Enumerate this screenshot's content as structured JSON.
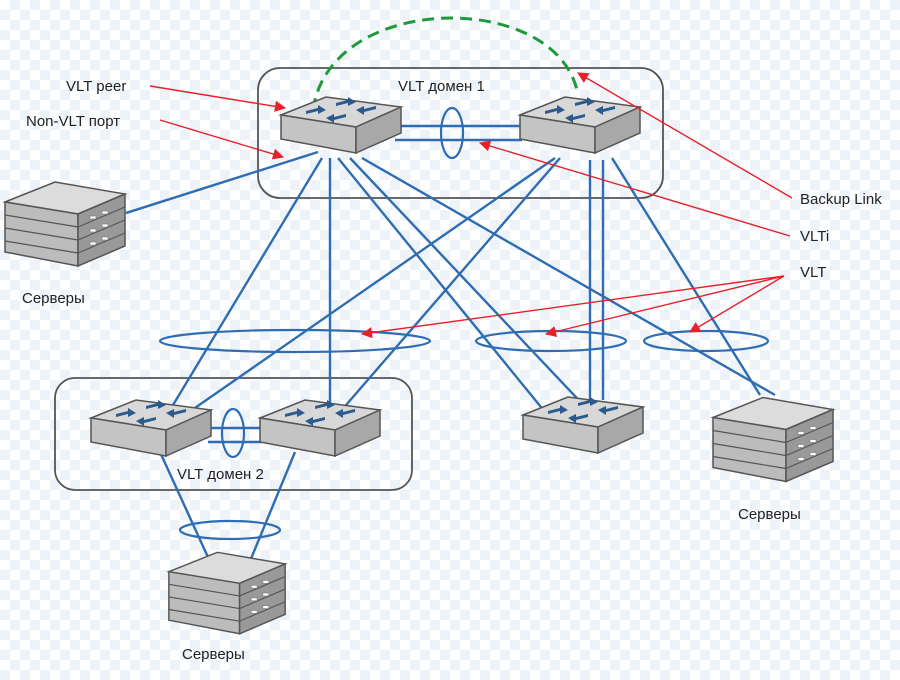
{
  "labels": {
    "vlt_peer": "VLT peer",
    "non_vlt_port": "Non-VLT порт",
    "vlt_domain_1": "VLT домен 1",
    "vlt_domain_2": "VLT домен 2",
    "backup_link": "Backup Link",
    "vlti": "VLTi",
    "vlt": "VLT",
    "servers_left": "Серверы",
    "servers_right": "Серверы",
    "servers_bottom": "Серверы"
  },
  "icons": {
    "switch": "network-switch-icon",
    "server": "server-stack-icon"
  },
  "colors": {
    "link": "#2e6db4",
    "annotation_arrow": "#e8202a",
    "backup_link": "#1f9a3a",
    "domain_border": "#555555"
  }
}
